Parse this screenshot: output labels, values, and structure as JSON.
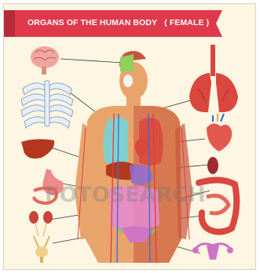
{
  "title": {
    "main": "ORGANS OF THE HUMAN BODY",
    "qualifier": "( FEMALE )"
  },
  "watermark": "FOTOSEARCH",
  "colors": {
    "banner": "#e0394b",
    "background": "#fdf6e3",
    "skin": "#e9a46c",
    "muscle": "#c7553b",
    "lungs": "#d9473e",
    "brain": "#f0a6a0",
    "liver": "#b3381f",
    "kidney": "#c8443b",
    "intestine": "#e5675a",
    "stomach": "#ef8a8a",
    "ribs": "#e8eef5",
    "teal_lungs": "#7fd0cf",
    "uterus": "#cf74c4",
    "bladder": "#f0d088",
    "artery": "#e23b3b",
    "vein": "#3b6bd6"
  },
  "organs": [
    {
      "name": "brain-icon"
    },
    {
      "name": "ribcage-icon"
    },
    {
      "name": "lungs-icon"
    },
    {
      "name": "heart-icon"
    },
    {
      "name": "liver-icon"
    },
    {
      "name": "spleen-icon"
    },
    {
      "name": "stomach-icon"
    },
    {
      "name": "large-intestine-icon"
    },
    {
      "name": "small-intestine-icon"
    },
    {
      "name": "kidneys-icon"
    },
    {
      "name": "bladder-icon"
    },
    {
      "name": "uterus-icon"
    }
  ]
}
